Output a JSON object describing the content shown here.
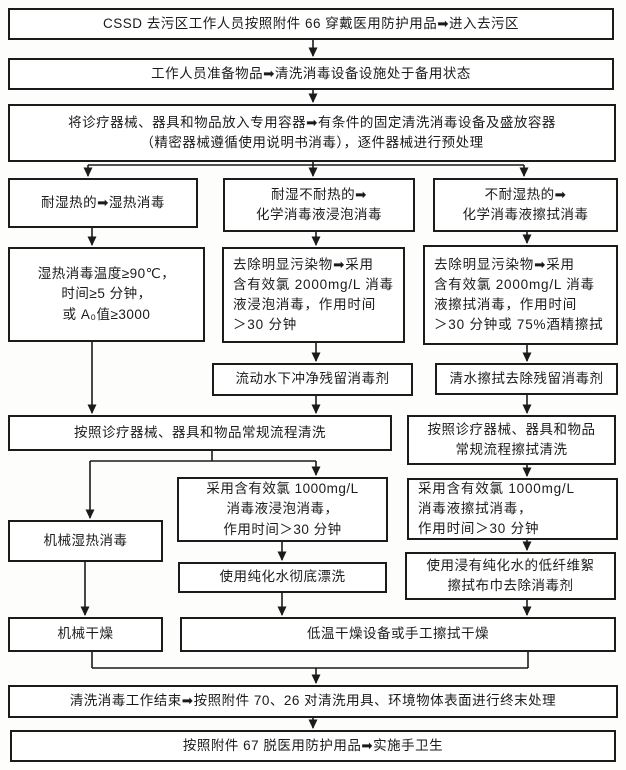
{
  "meta": {
    "flow_arrow_symbol": "➡",
    "colors": {
      "box_border": "#1b1b1b",
      "box_background": "#ffffff",
      "text": "#1b1b1b",
      "connector": "#1b1b1b",
      "page_background": "#fdfdfc"
    }
  },
  "nodes": {
    "prep_ppe": {
      "lines": [
        "CSSD 去污区工作人员按照附件 66 穿戴医用防护用品➡进入去污区"
      ]
    },
    "prep_equipment": {
      "lines": [
        "工作人员准备物品➡清洗消毒设备设施处于备用状态"
      ]
    },
    "pretreatment": {
      "lines": [
        "将诊疗器械、器具和物品放入专用容器➡有条件的固定清洗消毒设备及盛放容器",
        "（精密器械遵循使用说明书消毒），逐件器械进行预处理"
      ]
    },
    "branch_moist_heat": {
      "lines": [
        "耐湿热的➡湿热消毒"
      ]
    },
    "branch_soak": {
      "lines": [
        "耐湿不耐热的➡",
        "化学消毒液浸泡消毒"
      ]
    },
    "branch_wipe": {
      "lines": [
        "不耐湿热的➡",
        "化学消毒液擦拭消毒"
      ]
    },
    "moist_heat_params": {
      "lines": [
        "湿热消毒温度≥90℃，",
        "时间≥5 分钟，",
        "或 A₀值≥3000"
      ]
    },
    "soak_chlorine_2000": {
      "lines": [
        "去除明显污染物➡采用",
        "含有效氯 2000mg/L 消毒",
        "液浸泡消毒，作用时间",
        "＞30 分钟"
      ]
    },
    "wipe_chlorine_2000": {
      "lines": [
        "去除明显污染物➡采用",
        "含有效氯 2000mg/L 消毒",
        "液擦拭消毒，作用时间",
        "＞30 分钟或 75%酒精擦拭"
      ]
    },
    "rinse_running_water": {
      "lines": [
        "流动水下冲净残留消毒剂"
      ]
    },
    "wipe_clean_water": {
      "lines": [
        "清水擦拭去除残留消毒剂"
      ]
    },
    "routine_wash": {
      "lines": [
        "按照诊疗器械、器具和物品常规流程清洗"
      ]
    },
    "routine_wipe_wash": {
      "lines": [
        "按照诊疗器械、器具和物品",
        "常规流程擦拭清洗"
      ]
    },
    "soak_chlorine_1000": {
      "lines": [
        "采用含有效氯 1000mg/L",
        "消毒液浸泡消毒，",
        "作用时间＞30 分钟"
      ]
    },
    "wipe_chlorine_1000": {
      "lines": [
        "采用含有效氯 1000mg/L",
        "消毒液擦拭消毒，",
        "作用时间＞30 分钟"
      ]
    },
    "machine_moist_heat": {
      "lines": [
        "机械湿热消毒"
      ]
    },
    "purified_water_rinse": {
      "lines": [
        "使用纯化水彻底漂洗"
      ]
    },
    "lint_free_wipe": {
      "lines": [
        "使用浸有纯化水的低纤维絮",
        "擦拭布巾去除消毒剂"
      ]
    },
    "machine_dry": {
      "lines": [
        "机械干燥"
      ]
    },
    "low_temp_dry": {
      "lines": [
        "低温干燥设备或手工擦拭干燥"
      ]
    },
    "terminal_treatment": {
      "lines": [
        "清洗消毒工作结束➡按照附件 70、26 对清洗用具、环境物体表面进行终末处理"
      ]
    },
    "hand_hygiene": {
      "lines": [
        "按照附件 67 脱医用防护用品➡实施手卫生"
      ]
    }
  }
}
